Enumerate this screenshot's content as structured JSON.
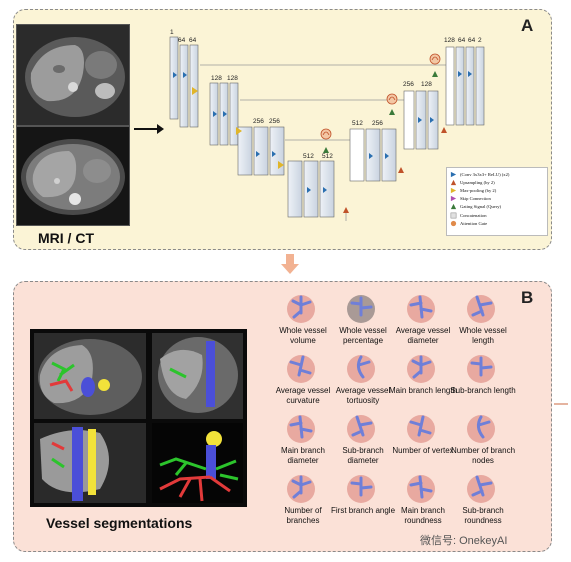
{
  "panel_a": {
    "letter": "A",
    "caption": "MRI / CT",
    "unet_channels": {
      "enc1": "1",
      "enc1b": "64",
      "enc1c": "64",
      "enc2a": "128",
      "enc2b": "128",
      "enc3a": "256",
      "enc3b": "256",
      "bottom": "512",
      "gate": "512",
      "dec3a": "512",
      "dec3b": "256",
      "dec2a": "256",
      "dec2b": "128",
      "dec1a": "128",
      "dec1b": "64",
      "dec1c": "64",
      "dec1d": "2"
    },
    "legend": [
      {
        "label": "(Conv 3x3x3+ ReLU) (x2)",
        "glyph": "triangle-right",
        "color": "#2a6fb0"
      },
      {
        "label": "Upsampling (by 2)",
        "glyph": "triangle-up",
        "color": "#c0522a"
      },
      {
        "label": "Max-pooling (by 2)",
        "glyph": "triangle-right",
        "color": "#e0b52a"
      },
      {
        "label": "Skip Connection",
        "glyph": "triangle-right",
        "color": "#b04fb0"
      },
      {
        "label": "Gating Signal (Query)",
        "glyph": "triangle-up",
        "color": "#3a7a3a"
      },
      {
        "label": "Concatenation",
        "glyph": "square",
        "color": "#888888"
      },
      {
        "label": "Attention Gate",
        "glyph": "circle",
        "color": "#e08a4a"
      }
    ]
  },
  "panel_b": {
    "letter": "B",
    "caption": "Vessel segmentations",
    "features": [
      {
        "label": "Whole vessel volume",
        "icon": "vessel-volume-icon"
      },
      {
        "label": "Whole vessel percentage",
        "icon": "vessel-percentage-icon"
      },
      {
        "label": "Average vessel diameter",
        "icon": "vessel-diameter-icon"
      },
      {
        "label": "Whole vessel length",
        "icon": "vessel-length-icon"
      },
      {
        "label": "Average vessel curvature",
        "icon": "vessel-curvature-icon"
      },
      {
        "label": "Average vessel tortuosity",
        "icon": "vessel-tortuosity-icon"
      },
      {
        "label": "Main branch length",
        "icon": "main-branch-length-icon"
      },
      {
        "label": "Sub-branch length",
        "icon": "sub-branch-length-icon"
      },
      {
        "label": "Main branch diameter",
        "icon": "main-branch-diameter-icon"
      },
      {
        "label": "Sub-branch diameter",
        "icon": "sub-branch-diameter-icon"
      },
      {
        "label": "Number of vertex",
        "icon": "vertex-count-icon"
      },
      {
        "label": "Number of branch nodes",
        "icon": "branch-nodes-icon"
      },
      {
        "label": "Number of branches",
        "icon": "branch-count-icon"
      },
      {
        "label": "First branch angle",
        "icon": "branch-angle-icon"
      },
      {
        "label": "Main branch roundness",
        "icon": "main-roundness-icon"
      },
      {
        "label": "Sub-branch roundness",
        "icon": "sub-roundness-icon"
      }
    ],
    "watermark": "微信号: OnekeyAI"
  },
  "colors": {
    "panel_a_bg": "#fbf4d6",
    "panel_b_bg": "#fbe1d7",
    "liver_icon": "#e8a9a0",
    "vessel_icon": "#6f7fd8",
    "connector": "#f2b292"
  }
}
